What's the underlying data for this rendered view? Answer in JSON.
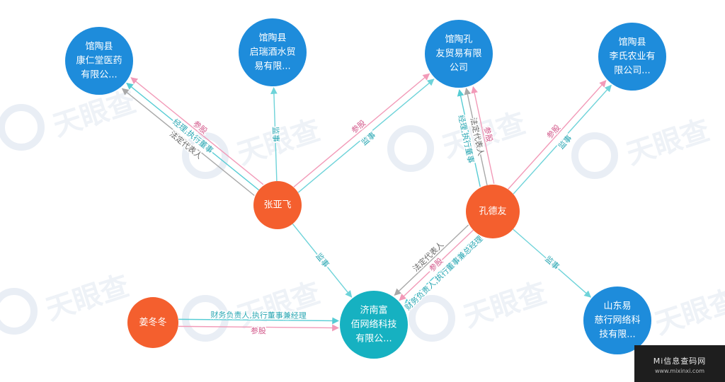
{
  "colors": {
    "company": "#1E8CDB",
    "person": "#F45F2E",
    "target": "#16B1C1",
    "legal_rep": "#A8A8A8",
    "manager": "#56CCD4",
    "shareholder": "#F29AB8",
    "supervisor": "#6ED3D9"
  },
  "watermark": {
    "text": "天眼查"
  },
  "corner_badge": {
    "line1": "Mi信息查码网",
    "line2": "www.mixinxi.com"
  },
  "nodes": [
    {
      "id": "n_kangren",
      "type": "company",
      "lines": [
        "馆陶县",
        "康仁堂医药",
        "有限公..."
      ]
    },
    {
      "id": "n_qirui",
      "type": "company",
      "lines": [
        "馆陶县",
        "启瑞酒水贸",
        "易有限..."
      ]
    },
    {
      "id": "n_kongyou",
      "type": "company",
      "lines": [
        "馆陶孔",
        "友贸易有限",
        "公司"
      ]
    },
    {
      "id": "n_lishi",
      "type": "company",
      "lines": [
        "馆陶县",
        "李氏农业有",
        "限公司..."
      ]
    },
    {
      "id": "n_zhang",
      "type": "person",
      "lines": [
        "张亚飞"
      ]
    },
    {
      "id": "n_kong",
      "type": "person",
      "lines": [
        "孔德友"
      ]
    },
    {
      "id": "n_jiang",
      "type": "person",
      "lines": [
        "姜冬冬"
      ]
    },
    {
      "id": "n_jinan",
      "type": "target",
      "lines": [
        "济南富",
        "佰网络科技",
        "有限公..."
      ]
    },
    {
      "id": "n_shandong",
      "type": "company",
      "lines": [
        "山东易",
        "慈行网络科",
        "技有限..."
      ]
    }
  ],
  "edges": [
    {
      "from": "n_zhang",
      "to": "n_kangren",
      "label": "法定代表人",
      "kind": "legal_rep"
    },
    {
      "from": "n_zhang",
      "to": "n_kangren",
      "label": "经理,执行董事",
      "kind": "manager"
    },
    {
      "from": "n_zhang",
      "to": "n_kangren",
      "label": "参股",
      "kind": "shareholder"
    },
    {
      "from": "n_zhang",
      "to": "n_qirui",
      "label": "监事",
      "kind": "supervisor"
    },
    {
      "from": "n_zhang",
      "to": "n_kongyou",
      "label": "参股",
      "kind": "shareholder"
    },
    {
      "from": "n_zhang",
      "to": "n_kongyou",
      "label": "监事",
      "kind": "supervisor"
    },
    {
      "from": "n_zhang",
      "to": "n_jinan",
      "label": "监事",
      "kind": "supervisor"
    },
    {
      "from": "n_kong",
      "to": "n_kongyou",
      "label": "经理,执行董事",
      "kind": "manager"
    },
    {
      "from": "n_kong",
      "to": "n_kongyou",
      "label": "法定代表人",
      "kind": "legal_rep"
    },
    {
      "from": "n_kong",
      "to": "n_kongyou",
      "label": "参股",
      "kind": "shareholder"
    },
    {
      "from": "n_kong",
      "to": "n_lishi",
      "label": "参股",
      "kind": "shareholder"
    },
    {
      "from": "n_kong",
      "to": "n_lishi",
      "label": "监事",
      "kind": "supervisor"
    },
    {
      "from": "n_kong",
      "to": "n_jinan",
      "label": "财务负责人,执行董事兼总经理",
      "kind": "manager"
    },
    {
      "from": "n_kong",
      "to": "n_jinan",
      "label": "参股",
      "kind": "shareholder"
    },
    {
      "from": "n_kong",
      "to": "n_jinan",
      "label": "法定代表人",
      "kind": "legal_rep"
    },
    {
      "from": "n_kong",
      "to": "n_shandong",
      "label": "监事",
      "kind": "supervisor"
    },
    {
      "from": "n_jiang",
      "to": "n_jinan",
      "label": "财务负责人,执行董事兼经理",
      "kind": "manager"
    },
    {
      "from": "n_jiang",
      "to": "n_jinan",
      "label": "参股",
      "kind": "shareholder"
    }
  ]
}
